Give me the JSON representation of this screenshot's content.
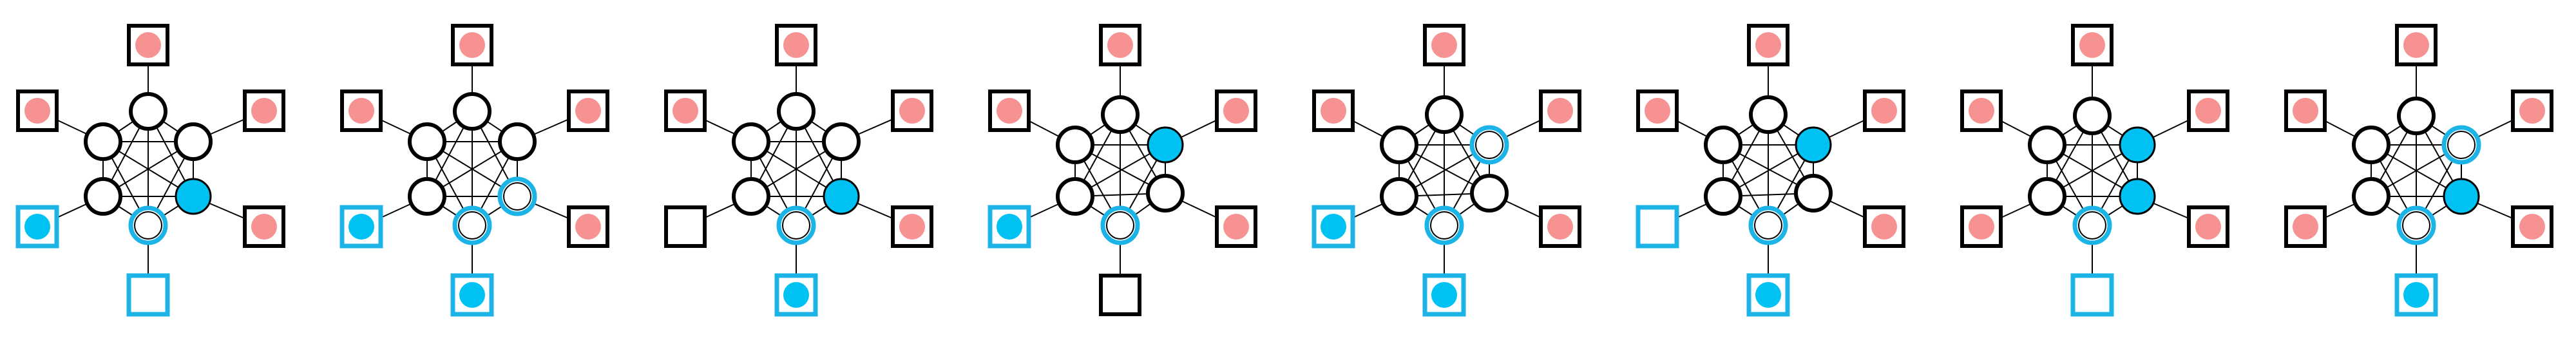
{
  "colors": {
    "background": "#ffffff",
    "stroke": "#000000",
    "highlight_stroke": "#1cb4e6",
    "highlight_fill": "#00c2f2",
    "token": "#f79292"
  },
  "panels": [
    {
      "nodes": [
        "none",
        "none",
        "none",
        "none",
        "fill",
        "ring"
      ],
      "sites": [
        "token",
        "token",
        "token",
        "token",
        "token-hl",
        "empty-hl"
      ]
    },
    {
      "nodes": [
        "none",
        "none",
        "none",
        "none",
        "ring",
        "ring"
      ],
      "sites": [
        "token",
        "token",
        "token",
        "token",
        "token-hl",
        "token-hl"
      ]
    },
    {
      "nodes": [
        "none",
        "none",
        "none",
        "none",
        "fill",
        "ring"
      ],
      "sites": [
        "token",
        "token",
        "token",
        "token",
        "empty",
        "token-hl"
      ]
    },
    {
      "nodes": [
        "none",
        "none",
        "fill",
        "none",
        "none",
        "ring"
      ],
      "sites": [
        "token",
        "token",
        "token",
        "token",
        "token-hl",
        "empty"
      ]
    },
    {
      "nodes": [
        "none",
        "none",
        "ring",
        "none",
        "none",
        "ring"
      ],
      "sites": [
        "token",
        "token",
        "token",
        "token",
        "token-hl",
        "token-hl"
      ]
    },
    {
      "nodes": [
        "none",
        "none",
        "fill",
        "none",
        "none",
        "ring"
      ],
      "sites": [
        "token",
        "token",
        "token",
        "token",
        "empty-hl",
        "token-hl"
      ]
    },
    {
      "nodes": [
        "none",
        "none",
        "fill",
        "none",
        "fill",
        "ring"
      ],
      "sites": [
        "token",
        "token",
        "token",
        "token",
        "token",
        "empty-hl"
      ]
    },
    {
      "nodes": [
        "none",
        "none",
        "ring",
        "none",
        "fill",
        "ring"
      ],
      "sites": [
        "token",
        "token",
        "token",
        "token",
        "token",
        "token-hl"
      ]
    }
  ]
}
